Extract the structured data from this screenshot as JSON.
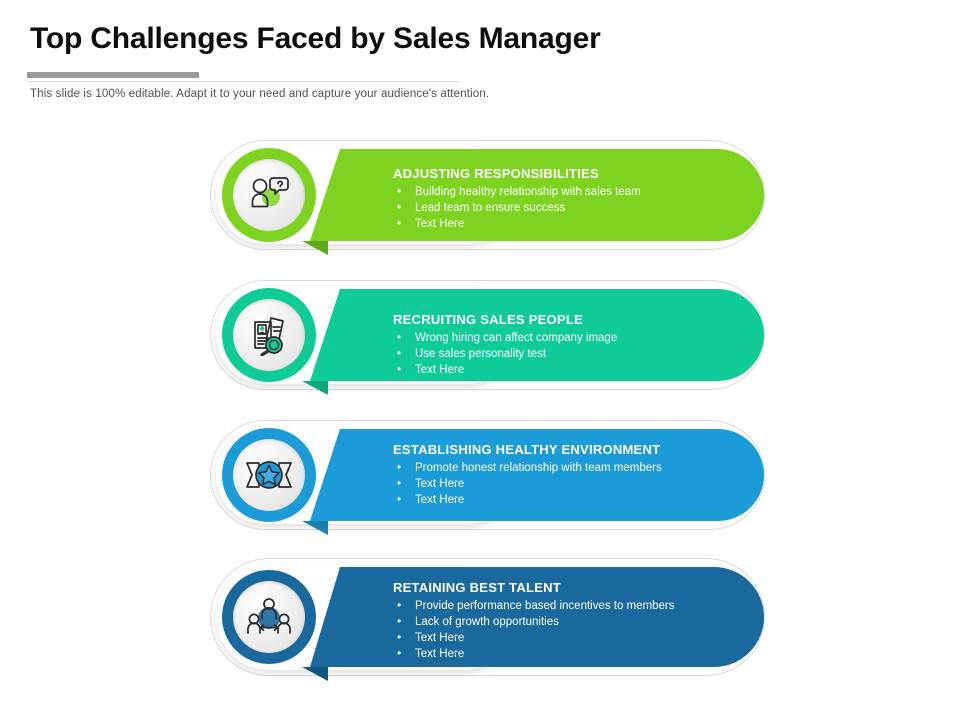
{
  "header": {
    "title": "Top Challenges Faced by Sales Manager",
    "subtitle": "This slide is 100% editable. Adapt it to your need and capture your audience's attention.",
    "rule_color": "#9a9a9a"
  },
  "rows": [
    {
      "id": "adjusting-responsibilities",
      "title": "ADJUSTING RESPONSIBILITIES",
      "bullets": [
        "Building healthy relationship with sales team",
        "Lead team to ensure success",
        "Text Here"
      ],
      "color": "#7ED321",
      "color_dark": "#5FA91A",
      "icon": "person-speech-bubble-icon"
    },
    {
      "id": "recruiting-sales-people",
      "title": "RECRUITING SALES PEOPLE",
      "bullets": [
        "Wrong hiring can affect company image",
        "Use sales personality test",
        "Text Here"
      ],
      "color": "#0FCB98",
      "color_dark": "#0BA87C",
      "icon": "resume-search-icon"
    },
    {
      "id": "establishing-healthy-environment",
      "title": "ESTABLISHING HEALTHY ENVIRONMENT",
      "bullets": [
        "Promote honest relationship with team members",
        "Text Here",
        "Text Here"
      ],
      "color": "#1B9BD8",
      "color_dark": "#1681B5",
      "icon": "star-badge-icon"
    },
    {
      "id": "retaining-best-talent",
      "title": "RETAINING BEST TALENT",
      "bullets": [
        "Provide performance based incentives to members",
        "Lack of growth opportunities",
        "Text Here",
        "Text Here"
      ],
      "color": "#19699F",
      "color_dark": "#125681",
      "icon": "team-group-icon"
    }
  ]
}
